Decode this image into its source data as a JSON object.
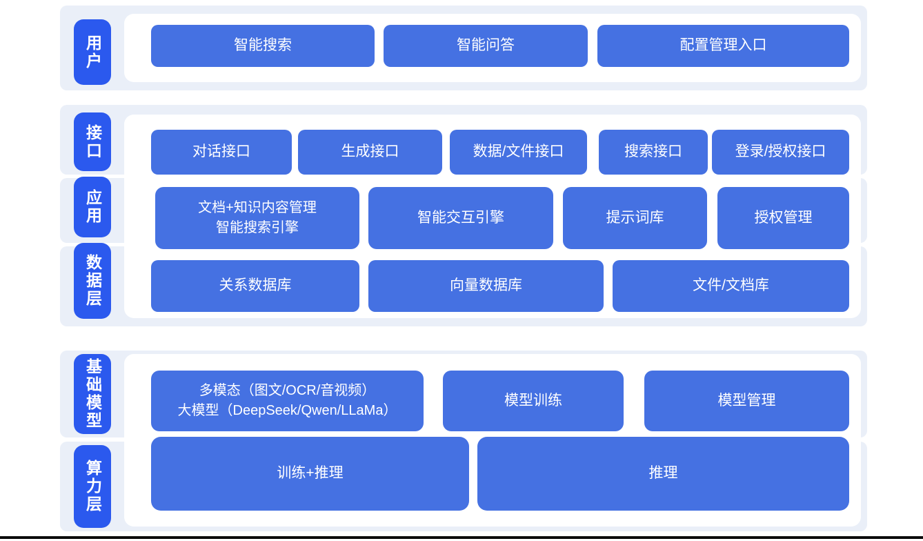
{
  "colors": {
    "page_bg": "#ffffff",
    "band_bg": "#eaeff8",
    "panel_bg": "#ffffff",
    "tab_blue": "#2b59ee",
    "button_blue": "#4571e2",
    "text_white": "#ffffff",
    "footer_line": "#0b0b0b"
  },
  "layers": {
    "user": {
      "tab": "用户",
      "buttons": [
        "智能搜索",
        "智能问答",
        "配置管理入口"
      ]
    },
    "interface": {
      "tab": "接口",
      "buttons": [
        "对话接口",
        "生成接口",
        "数据/文件接口",
        "搜索接口",
        "登录/授权接口"
      ]
    },
    "application": {
      "tab": "应用",
      "buttons": [
        "文档+知识内容管理\n智能搜索引擎",
        "智能交互引擎",
        "提示词库",
        "授权管理"
      ]
    },
    "data": {
      "tab": "数据层",
      "buttons": [
        "关系数据库",
        "向量数据库",
        "文件/文档库"
      ]
    },
    "foundation": {
      "tab": "基础模型",
      "buttons": [
        "多模态（图文/OCR/音视频）\n大模型（DeepSeek/Qwen/LLaMa）",
        "模型训练",
        "模型管理"
      ]
    },
    "compute": {
      "tab": "算力层",
      "buttons": [
        "训练+推理",
        "推理"
      ]
    }
  }
}
